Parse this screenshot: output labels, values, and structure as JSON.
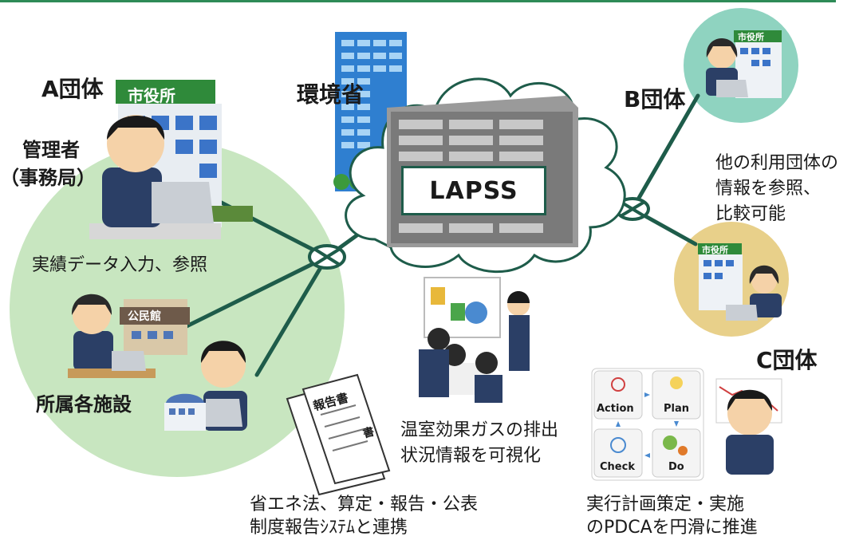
{
  "orgs": {
    "a": "A団体",
    "b": "B団体",
    "c": "C団体",
    "ministry": "環境省"
  },
  "labels": {
    "admin_line1": "管理者",
    "admin_line2": "（事務局）",
    "facilities": "所属各施設",
    "data_entry": "実績データ入力、参照",
    "compare_1": "他の利用団体の",
    "compare_2": "情報を参照、",
    "compare_3": "比較可能",
    "ghg_1": "温室効果ガスの排出",
    "ghg_2": "状況情報を可視化",
    "law_1": "省エネ法、算定・報告・公表",
    "law_2": "制度報告ｼｽﾃﾑと連携",
    "pdca_1": "実行計画策定・実施",
    "pdca_2": "のPDCAを円滑に推進"
  },
  "system": {
    "name": "LAPSS"
  },
  "signs": {
    "city_hall": "市役所",
    "community_hall": "公民館",
    "report": "報告書",
    "report_short": "書"
  },
  "pdca": {
    "action": "Action",
    "plan": "Plan",
    "check": "Check",
    "do": "Do"
  },
  "colors": {
    "line": "#1e5c4a",
    "circle_a": "#c8e6c0",
    "circle_b": "#8fd3c0",
    "circle_c": "#e8d08a"
  }
}
